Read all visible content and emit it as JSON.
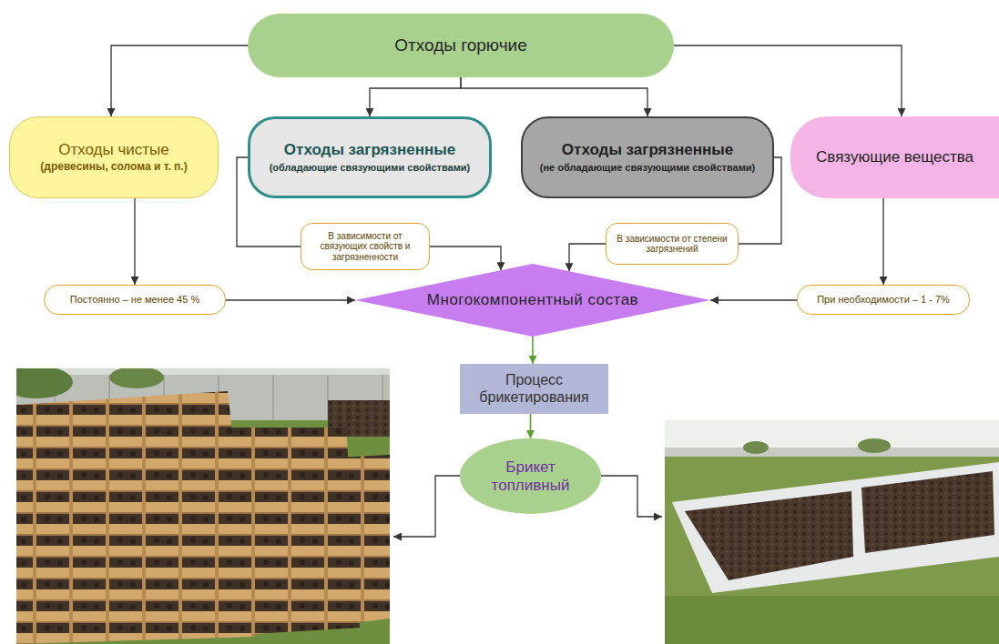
{
  "diagram": {
    "nodes": [
      {
        "text": [
          "Отходы горючие"
        ]
      },
      {
        "text": [
          "Отходы чистые",
          "(древесины, солома и т. п.)"
        ]
      },
      {
        "text": [
          "Отходы загрязненные",
          "(обладающие связующими свойствами)"
        ]
      },
      {
        "text": [
          "Отходы загрязненные",
          "(не обладающие связующими свойствами)"
        ]
      },
      {
        "text": [
          "Связующие вещества"
        ]
      },
      {
        "text": [
          "В зависимости от связующих свойств и загрязненности"
        ]
      },
      {
        "text": [
          "В зависимости от степени загрязнений"
        ]
      },
      {
        "text": [
          "Постоянно – не менее 45 %"
        ]
      },
      {
        "text": [
          "Многокомпонентный состав"
        ]
      },
      {
        "text": [
          "При необходимости – 1 - 7%"
        ]
      },
      {
        "text": [
          "Процесс брикетирования"
        ]
      },
      {
        "text": [
          "Брикет топливный"
        ]
      }
    ],
    "edges": [
      {
        "from": 0,
        "to": 1,
        "arrow": "to"
      },
      {
        "from": 0,
        "to": 2,
        "arrow": "to"
      },
      {
        "from": 0,
        "to": 3,
        "arrow": "to"
      },
      {
        "from": 0,
        "to": 4,
        "arrow": "to"
      },
      {
        "from": 1,
        "to": 7,
        "arrow": "to"
      },
      {
        "from": 2,
        "to": 5,
        "arrow": "none"
      },
      {
        "from": 3,
        "to": 6,
        "arrow": "none"
      },
      {
        "from": 4,
        "to": 9,
        "arrow": "to"
      },
      {
        "from": 7,
        "to": 8,
        "arrow": "to"
      },
      {
        "from": 5,
        "to": 8,
        "arrow": "to"
      },
      {
        "from": 6,
        "to": 8,
        "arrow": "to"
      },
      {
        "from": 9,
        "to": 8,
        "arrow": "to"
      },
      {
        "from": 8,
        "to": 10,
        "arrow": "to"
      },
      {
        "from": 10,
        "to": 11,
        "arrow": "to"
      }
    ]
  }
}
